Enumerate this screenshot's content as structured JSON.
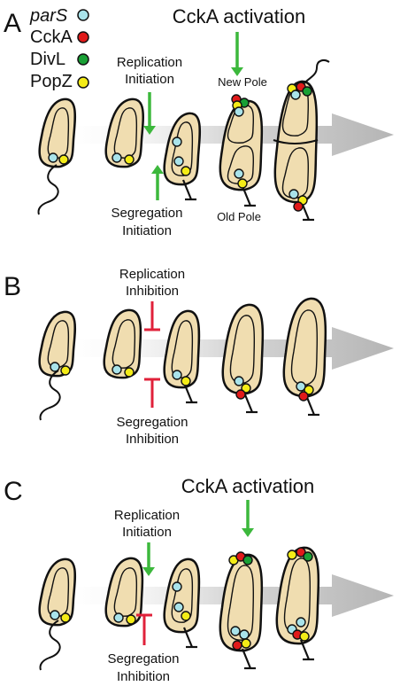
{
  "legend": {
    "items": [
      {
        "label": "parS",
        "italic": true,
        "color": "#a9e3ea"
      },
      {
        "label": "CckA",
        "italic": false,
        "color": "#e11a1a"
      },
      {
        "label": "DivL",
        "italic": false,
        "color": "#19a035"
      },
      {
        "label": "PopZ",
        "italic": false,
        "color": "#f4ec17"
      }
    ]
  },
  "colors": {
    "cell_fill": "#f0ddb0",
    "outline": "#111111",
    "green_arrow": "#3cb83c",
    "inhibition": "#e0213a",
    "time_arrow": "#c8c8c8"
  },
  "panels": [
    {
      "letter": "A",
      "header": "CckA activation",
      "upper_label": [
        "Replication",
        "Initiation"
      ],
      "lower_label": [
        "Segregation",
        "Initiation"
      ],
      "upper_kind": "arrow",
      "lower_kind": "arrow",
      "pole_labels": {
        "new": "New Pole",
        "old": "Old Pole"
      }
    },
    {
      "letter": "B",
      "header": "",
      "upper_label": [
        "Replication",
        "Inhibition"
      ],
      "lower_label": [
        "Segregation",
        "Inhibition"
      ],
      "upper_kind": "inhibit",
      "lower_kind": "inhibit"
    },
    {
      "letter": "C",
      "header": "CckA activation",
      "upper_label": [
        "Replication",
        "Initiation"
      ],
      "lower_label": [
        "Segregation",
        "Inhibition"
      ],
      "upper_kind": "arrow",
      "lower_kind": "inhibit"
    }
  ]
}
